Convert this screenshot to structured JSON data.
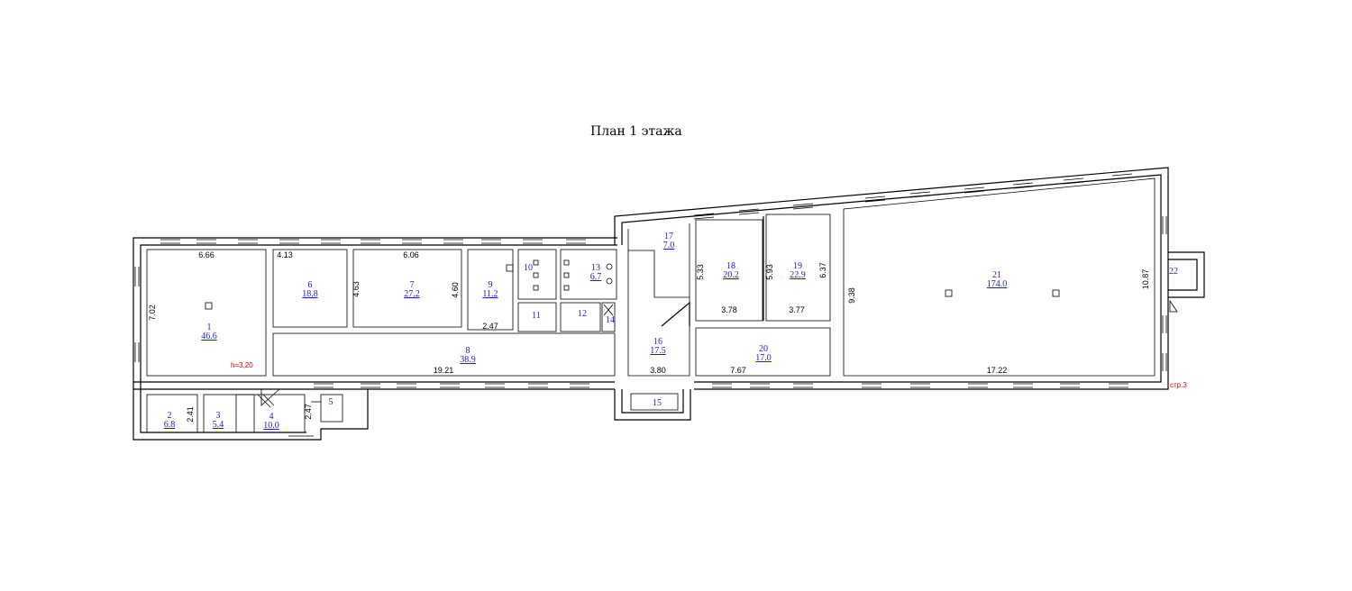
{
  "title": "План 1 этажа",
  "height_note": "h=3,20",
  "page_ref": "стр.3",
  "rooms": [
    {
      "num": "1",
      "area": "46.6"
    },
    {
      "num": "2",
      "area": "6.8"
    },
    {
      "num": "3",
      "area": "5.4"
    },
    {
      "num": "4",
      "area": "10.0"
    },
    {
      "num": "5",
      "area": ""
    },
    {
      "num": "6",
      "area": "18.8"
    },
    {
      "num": "7",
      "area": "27.2"
    },
    {
      "num": "8",
      "area": "38.9"
    },
    {
      "num": "9",
      "area": "11.2"
    },
    {
      "num": "10",
      "area": ""
    },
    {
      "num": "11",
      "area": ""
    },
    {
      "num": "12",
      "area": ""
    },
    {
      "num": "13",
      "area": "6.7"
    },
    {
      "num": "14",
      "area": ""
    },
    {
      "num": "15",
      "area": ""
    },
    {
      "num": "16",
      "area": "17.5"
    },
    {
      "num": "17",
      "area": "7.0"
    },
    {
      "num": "18",
      "area": "20.2"
    },
    {
      "num": "19",
      "area": "22.9"
    },
    {
      "num": "20",
      "area": "17.0"
    },
    {
      "num": "21",
      "area": "174.0"
    },
    {
      "num": "22",
      "area": ""
    }
  ],
  "dimensions": [
    "6.66",
    "7.02",
    "2.41",
    "2.47",
    "4.13",
    "4.63",
    "6.06",
    "4.60",
    "2.47",
    "19.21",
    "3.80",
    "5.33",
    "3.78",
    "5.93",
    "3.77",
    "6.37",
    "7.67",
    "9.38",
    "17.22",
    "10.87"
  ]
}
